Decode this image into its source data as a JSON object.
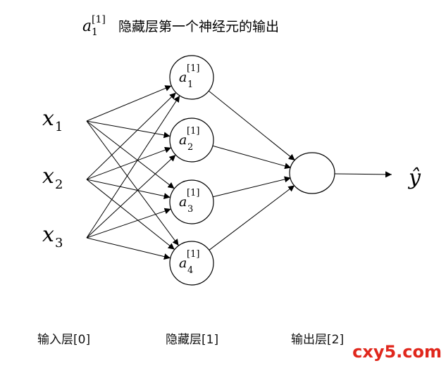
{
  "title": {
    "symbol_base": "a",
    "symbol_sub": "1",
    "symbol_sup": "[1]",
    "text": "隐藏层第一个神经元的输出"
  },
  "inputs": [
    {
      "base": "x",
      "sub": "1"
    },
    {
      "base": "x",
      "sub": "2"
    },
    {
      "base": "x",
      "sub": "3"
    }
  ],
  "hidden": [
    {
      "base": "a",
      "sub": "1",
      "sup": "[1]"
    },
    {
      "base": "a",
      "sub": "2",
      "sup": "[1]"
    },
    {
      "base": "a",
      "sub": "3",
      "sup": "[1]"
    },
    {
      "base": "a",
      "sub": "4",
      "sup": "[1]"
    }
  ],
  "output": {
    "label": "ŷ"
  },
  "layer_labels": {
    "input": "输入层[0]",
    "hidden": "隐藏层[1]",
    "output": "输出层[2]"
  },
  "watermark": "cxy5.com",
  "colors": {
    "stroke": "#000000",
    "watermark": "#e0271c"
  }
}
